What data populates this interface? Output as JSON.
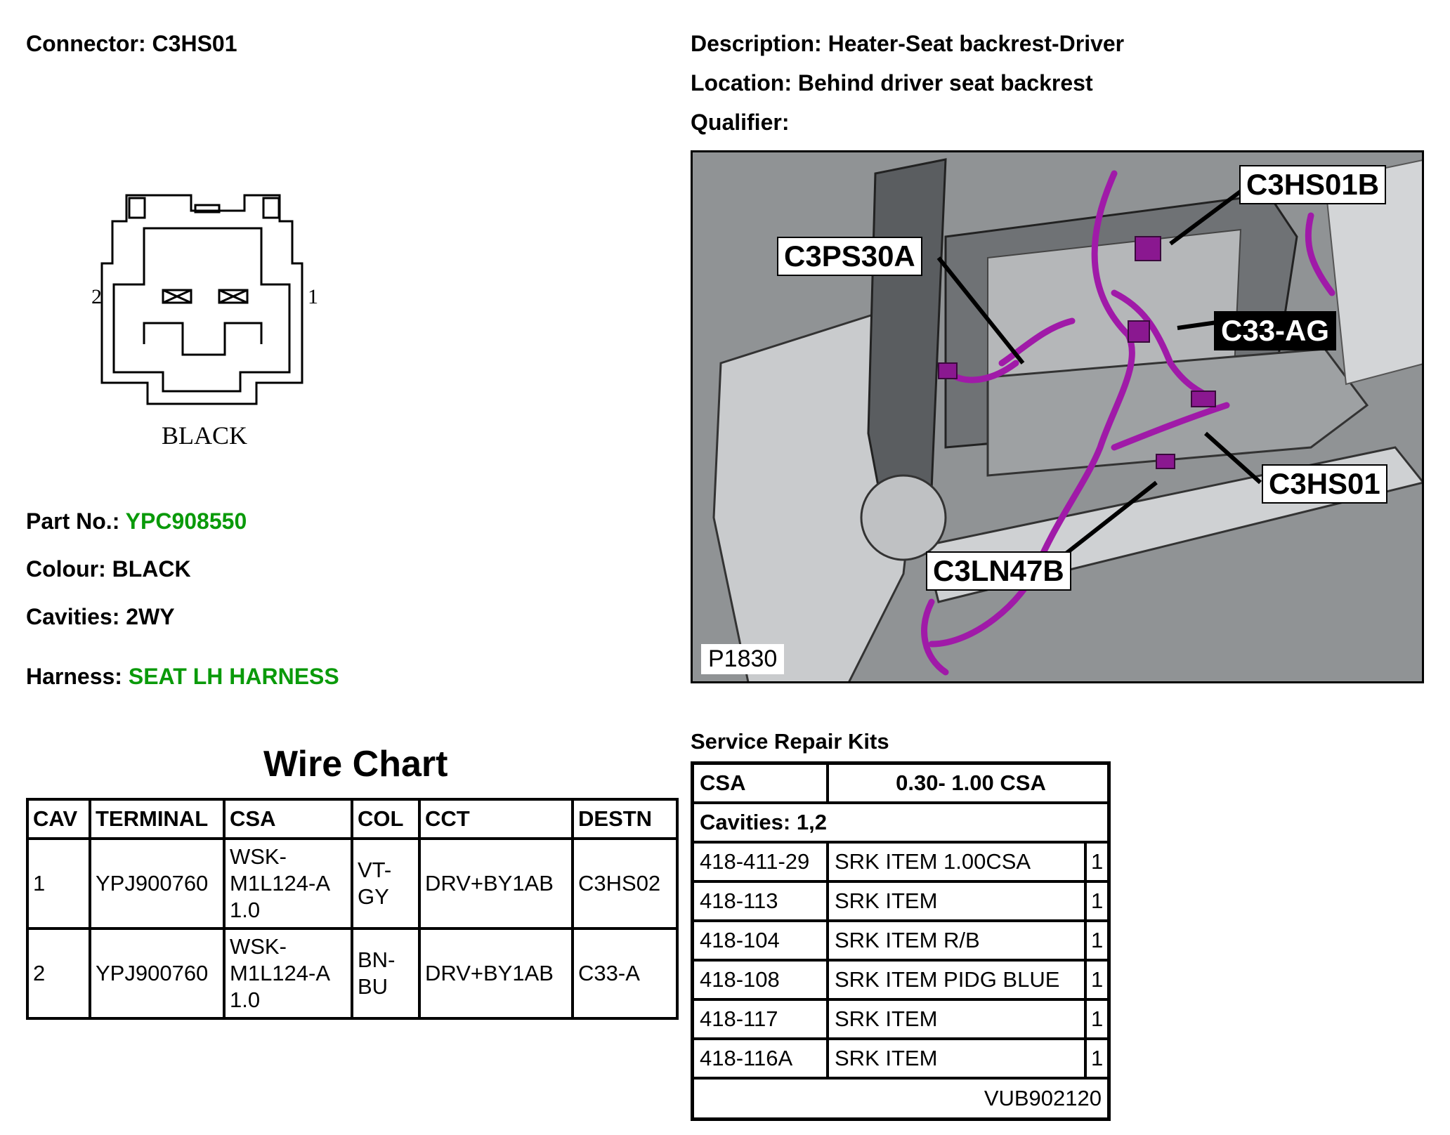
{
  "header": {
    "connector_label": "Connector:",
    "connector_value": "C3HS01",
    "description_label": "Description:",
    "description_value": "Heater-Seat backrest-Driver",
    "location_label": "Location:",
    "location_value": "Behind driver seat backrest",
    "qualifier_label": "Qualifier:"
  },
  "connector_diagram": {
    "pin_left": "2",
    "pin_right": "1",
    "color_caption": "BLACK"
  },
  "part_info": {
    "part_no_label": "Part No.:",
    "part_no_value": "YPC908550",
    "colour_label": "Colour:",
    "colour_value": "BLACK",
    "cavities_label": "Cavities:",
    "cavities_value": "2WY",
    "harness_label": "Harness:",
    "harness_value": "SEAT LH HARNESS"
  },
  "photo": {
    "callouts": [
      "C3HS01B",
      "C3PS30A",
      "C33-AG",
      "C3HS01",
      "C3LN47B"
    ],
    "figure_code": "P1830"
  },
  "wire_chart": {
    "title": "Wire Chart",
    "columns": [
      "CAV",
      "TERMINAL",
      "CSA",
      "COL",
      "CCT",
      "DESTN"
    ],
    "rows": [
      {
        "cav": "1",
        "terminal": "YPJ900760",
        "csa": "WSK-\nM1L124-A\n1.0",
        "col": "VT-\nGY",
        "cct": "DRV+BY1AB",
        "destn": "C3HS02"
      },
      {
        "cav": "2",
        "terminal": "YPJ900760",
        "csa": "WSK-\nM1L124-A\n1.0",
        "col": "BN-\nBU",
        "cct": "DRV+BY1AB",
        "destn": "C33-A"
      }
    ]
  },
  "service_kits": {
    "title": "Service Repair Kits",
    "csa_label": "CSA",
    "csa_value": "0.30- 1.00 CSA",
    "cavities": "Cavities: 1,2",
    "items": [
      {
        "code": "418-411-29",
        "desc": "SRK ITEM 1.00CSA",
        "qty": "1"
      },
      {
        "code": "418-113",
        "desc": "SRK ITEM",
        "qty": "1"
      },
      {
        "code": "418-104",
        "desc": "SRK ITEM R/B",
        "qty": "1"
      },
      {
        "code": "418-108",
        "desc": "SRK ITEM PIDG BLUE",
        "qty": "1"
      },
      {
        "code": "418-117",
        "desc": "SRK ITEM",
        "qty": "1"
      },
      {
        "code": "418-116A",
        "desc": "SRK ITEM",
        "qty": "1"
      }
    ],
    "footer_code": "VUB902120"
  }
}
